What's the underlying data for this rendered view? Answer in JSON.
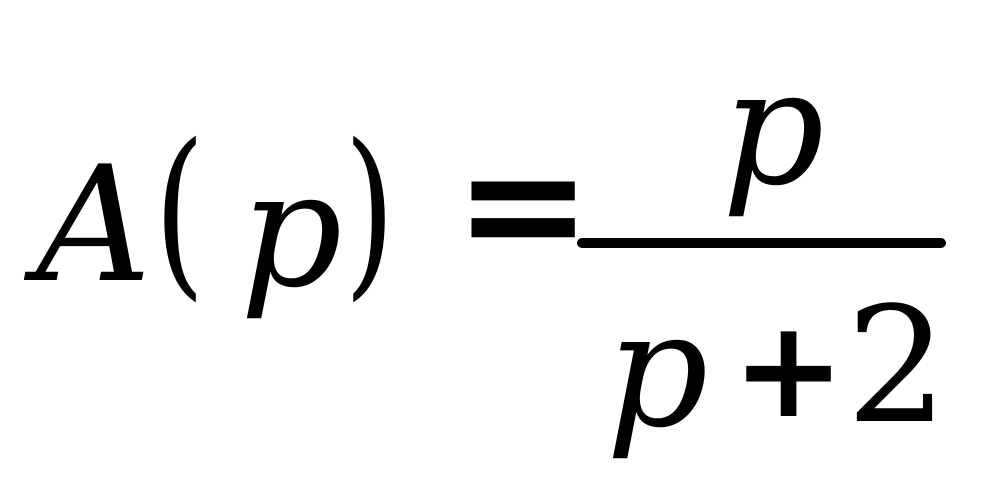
{
  "equation": {
    "lhs": {
      "function": "A",
      "open_paren": "(",
      "variable": "p",
      "close_paren": ")"
    },
    "equals": "=",
    "rhs": {
      "numerator": "p",
      "denominator": {
        "variable": "p",
        "operator": "+",
        "constant": "2"
      }
    }
  }
}
